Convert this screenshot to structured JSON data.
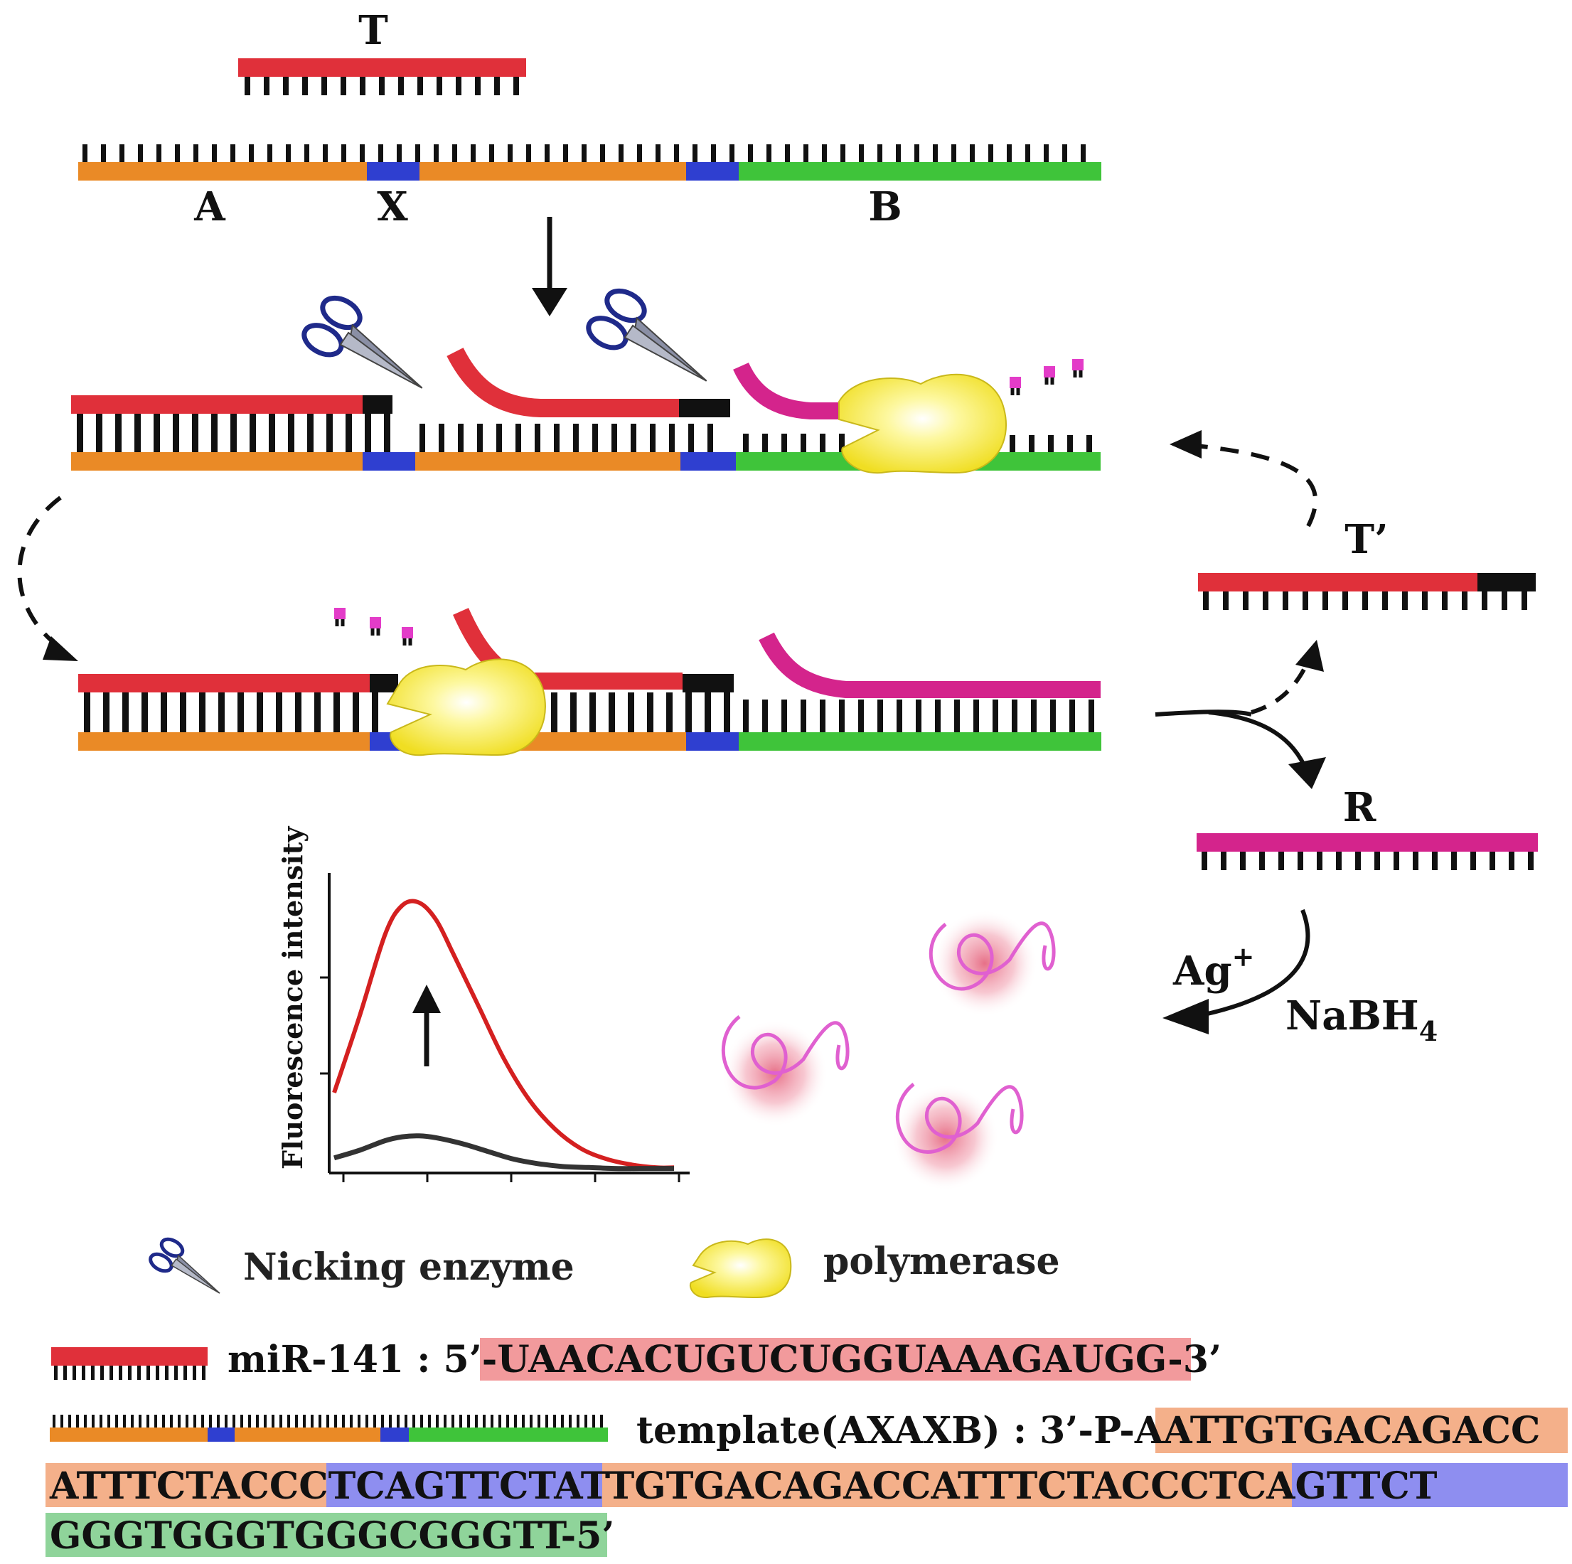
{
  "labels": {
    "target": "T",
    "segment_a": "A",
    "segment_x": "X",
    "segment_b": "B",
    "t_prime": "T’",
    "reporter": "R",
    "ag_ion": "Ag",
    "ag_charge": "+",
    "reductant_base": "NaBH",
    "reductant_sub": "4"
  },
  "chart": {
    "ylabel": "Fluorescence intensity"
  },
  "chart_data": {
    "type": "line",
    "title": "",
    "xlabel": "",
    "ylabel": "Fluorescence intensity",
    "xlim": [
      0,
      4.1
    ],
    "ylim": [
      0,
      3
    ],
    "series": [
      {
        "x": [
          0,
          0.3,
          0.6,
          0.8,
          1.0,
          1.2,
          1.4,
          1.7,
          2.0,
          2.3,
          2.6,
          2.9,
          3.2,
          3.5,
          3.8,
          4.0
        ],
        "y": [
          0.8,
          1.6,
          2.45,
          2.75,
          2.78,
          2.6,
          2.25,
          1.7,
          1.15,
          0.72,
          0.42,
          0.22,
          0.11,
          0.05,
          0.02,
          0.02
        ],
        "color": "#d42020"
      },
      {
        "x": [
          0,
          0.3,
          0.6,
          0.8,
          1.0,
          1.2,
          1.5,
          1.8,
          2.1,
          2.4,
          2.7,
          3.0,
          3.3,
          3.6,
          4.0
        ],
        "y": [
          0.12,
          0.2,
          0.3,
          0.34,
          0.35,
          0.33,
          0.27,
          0.19,
          0.11,
          0.06,
          0.03,
          0.02,
          0.01,
          0.01,
          0.01
        ],
        "color": "#333333"
      }
    ]
  },
  "legend": {
    "nicking": "Nicking enzyme",
    "polymerase": "polymerase"
  },
  "sequences": {
    "mir_label": "miR-141 : 5’-",
    "mir_seq": "UAACACUGUCUGGUAAAGAUGG",
    "mir_end": "-3’",
    "template_label": "template(AXAXB) : 3’-P-A",
    "template_seq1": "ATTGTGACAGACC",
    "line2_a": "ATTTCTACC",
    "line2_x": "CTCAGTTCT",
    "line2_a2": "ATTGTGACAGACCATTTCTACC",
    "line2_x2": "CTCAGTTCT",
    "line3_b": "GGGTGGGTGGGCGGGTT",
    "line3_end": "-5’"
  },
  "colors": {
    "red_strand": "#e0303a",
    "orange_strand": "#ea8a26",
    "blue_segment": "#2f3fd0",
    "green_strand": "#3fc43a",
    "magenta_strand": "#d4248c",
    "black_cap": "#111111",
    "polymerase": "#f4e832",
    "mir_highlight": "#f29a9c",
    "a_highlight": "#f4b08a",
    "x_highlight": "#8e8ef0",
    "b_highlight": "#8fd49a"
  }
}
